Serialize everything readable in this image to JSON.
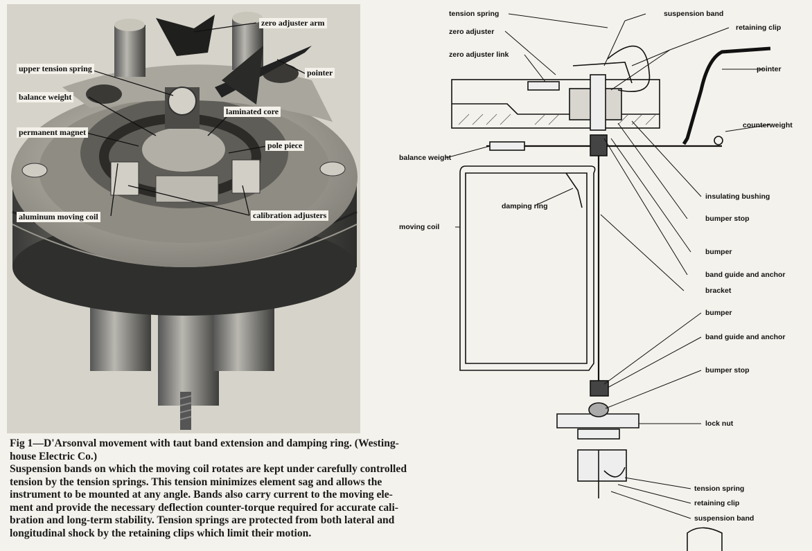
{
  "photo": {
    "labels": [
      "zero adjuster arm",
      "upper tension spring",
      "pointer",
      "balance weight",
      "laminated core",
      "permanent magnet",
      "pole piece",
      "aluminum moving coil",
      "calibration adjusters"
    ]
  },
  "caption": {
    "title": "Fig 1—D'Arsonval movement with taut band extension and damping ring. (Westinghouse Electric Co.)",
    "title_line1": "Fig 1—D'Arsonval movement with taut band extension and damping ring. (Westing-",
    "title_line2": "house Electric Co.)",
    "body_lines": [
      "Suspension bands on which the moving coil rotates are kept under carefully controlled",
      "tension by the tension springs. This tension minimizes element sag and allows the",
      "instrument to be mounted at any angle. Bands also carry current to the moving ele-",
      "ment and provide the necessary deflection counter-torque required for accurate cali-",
      "bration and long-term stability. Tension springs are protected from both lateral and",
      "longitudinal shock by the retaining clips which limit their motion."
    ]
  },
  "diagram": {
    "labels": [
      "tension spring",
      "zero adjuster",
      "zero adjuster link",
      "suspension band",
      "retaining clip",
      "pointer",
      "counterweight",
      "balance weight",
      "insulating bushing",
      "damping ring",
      "bumper stop",
      "moving coil",
      "bumper",
      "band guide and anchor",
      "bracket",
      "bumper",
      "band guide and anchor",
      "bumper stop",
      "lock nut",
      "tension spring",
      "retaining clip",
      "suspension band"
    ]
  }
}
